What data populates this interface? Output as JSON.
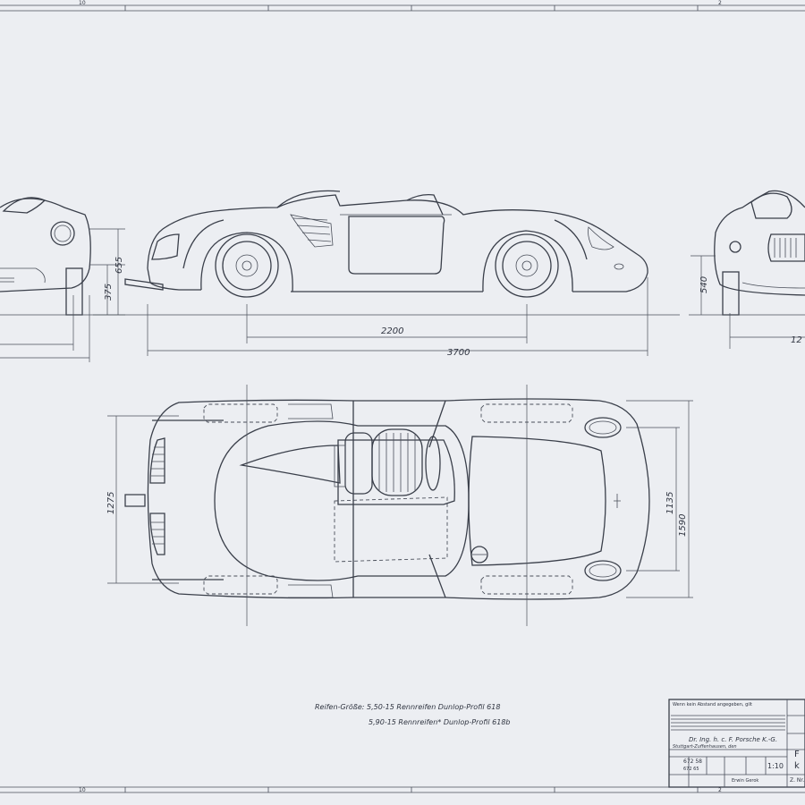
{
  "dimensions": {
    "front_height": "655",
    "front_lower": "375",
    "wheelbase": "2200",
    "length": "3700",
    "rear_height": "540",
    "rear_partial": "12",
    "front_track": "1275",
    "rear_track": "1135",
    "width": "1590"
  },
  "tires": {
    "line1": "Reifen-Größe: 5,50-15   Rennreifen   Dunlop-Profil 618",
    "line2": "5,90-15   Rennreifen*   Dunlop-Profil 618b"
  },
  "title_block": {
    "warning": "Wenn kein Abstand angegeben, gilt",
    "company": "Dr. Ing. h. c. F. Porsche K.-G.",
    "city": "Stuttgart-Zuffenhausen, den",
    "scale": "1:10",
    "drawing_no": "672 58",
    "sub_no": "672 65",
    "approved": "Erwin Gerok",
    "name_field": "Z. Nr.",
    "letter_f": "F",
    "letter_k": "k"
  },
  "frame_numbers": {
    "top_left": "10",
    "top_right": "2",
    "bottom_left": "10",
    "bottom_right": "2"
  }
}
